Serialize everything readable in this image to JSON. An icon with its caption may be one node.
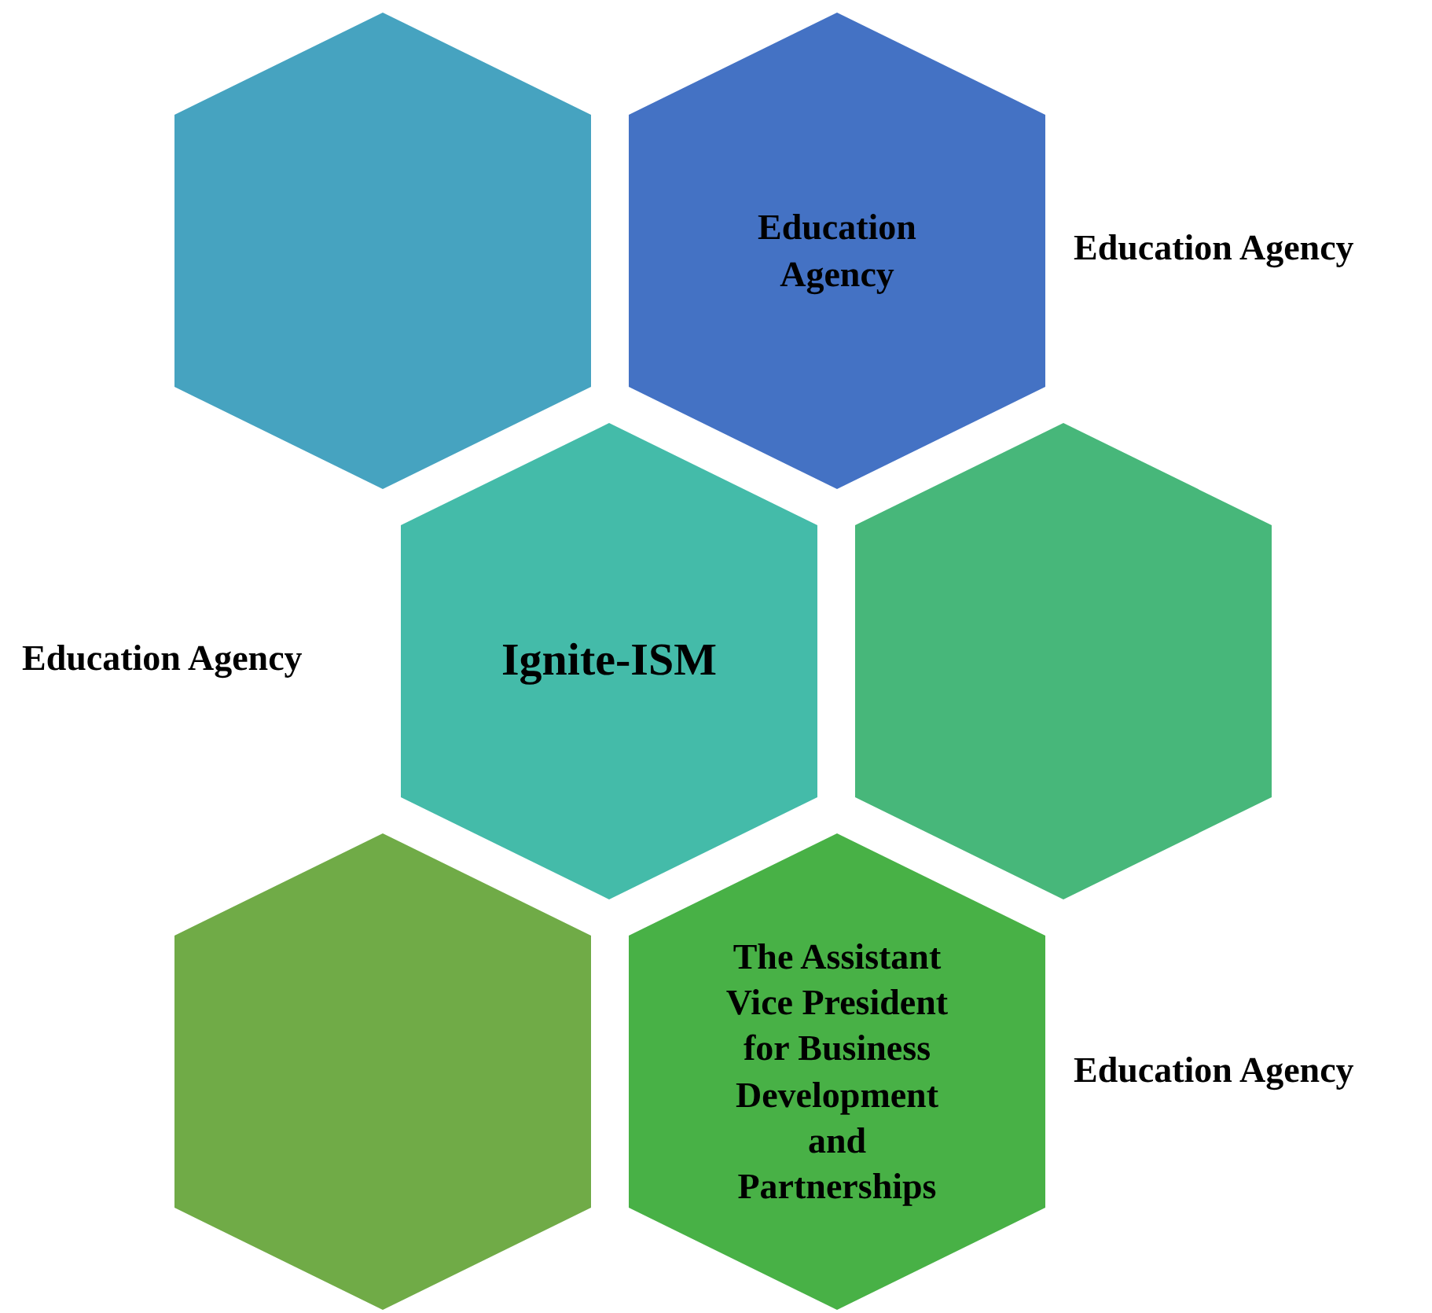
{
  "diagram": {
    "nodes": [
      {
        "text": [],
        "shape": "hexagon"
      },
      {
        "text": [
          "Education Agency"
        ],
        "beside": [
          "Education Agency"
        ]
      },
      {
        "text": [
          "Ignite-ISM"
        ],
        "beside": [
          "Education Agency"
        ]
      },
      {
        "text": [],
        "shape": "hexagon"
      },
      {
        "text": [],
        "shape": "hexagon"
      },
      {
        "text": [
          "The Assistant Vice President for Business Development and Partnerships"
        ],
        "beside": [
          "Education Agency"
        ]
      }
    ]
  }
}
